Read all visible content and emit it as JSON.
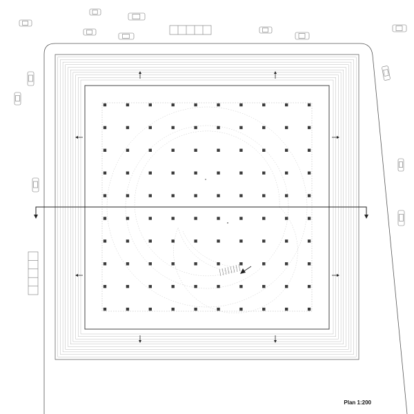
{
  "drawing": {
    "scale_label": "Plan 1:200",
    "stroke_color": "#444444",
    "column_color": "#3a3a3a",
    "faint_color": "#bbbbbb"
  },
  "column_grid": {
    "rows": 10,
    "cols": 10
  },
  "step_rings": {
    "outer_platform": 11
  },
  "vehicles": [
    {
      "kind": "car"
    },
    {
      "kind": "car"
    },
    {
      "kind": "car"
    },
    {
      "kind": "car"
    },
    {
      "kind": "car"
    },
    {
      "kind": "car"
    },
    {
      "kind": "car"
    },
    {
      "kind": "car"
    },
    {
      "kind": "car"
    },
    {
      "kind": "car"
    },
    {
      "kind": "car"
    },
    {
      "kind": "car"
    },
    {
      "kind": "car"
    },
    {
      "kind": "car"
    },
    {
      "kind": "bus"
    },
    {
      "kind": "bus"
    }
  ],
  "entry_arrows": [
    "north",
    "north",
    "west",
    "west",
    "east",
    "east",
    "south",
    "south"
  ]
}
